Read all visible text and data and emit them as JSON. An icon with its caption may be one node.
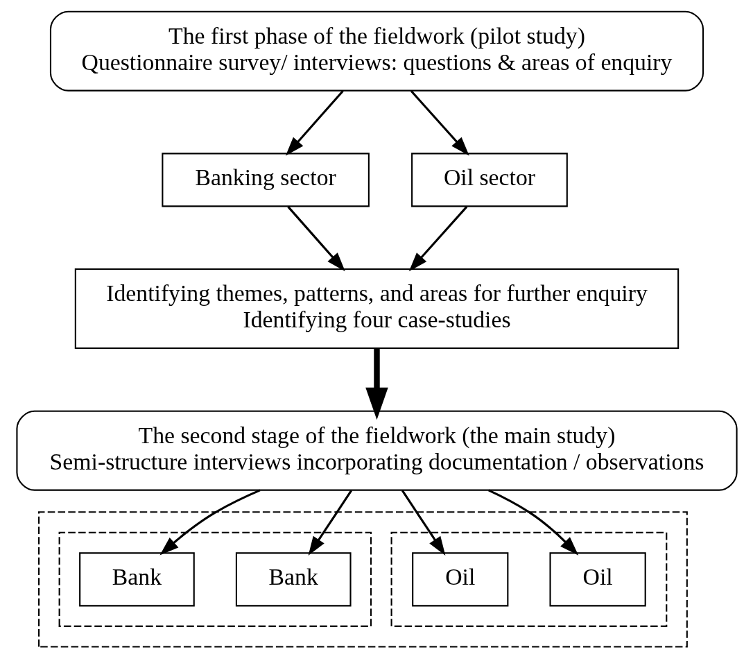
{
  "diagram": {
    "nodes": [
      {
        "text": [
          "The first phase of the fieldwork (pilot study)",
          "Questionnaire survey/ interviews: questions & areas of enquiry"
        ]
      },
      {
        "text": [
          "Banking sector"
        ]
      },
      {
        "text": [
          "Oil sector"
        ]
      },
      {
        "text": [
          "Identifying themes, patterns, and areas for further enquiry",
          "Identifying four case-studies"
        ]
      },
      {
        "text": [
          "The second stage of the fieldwork (the main study)",
          "Semi-structure interviews incorporating documentation / observations"
        ]
      },
      {
        "text": [],
        "shape": "box"
      },
      {
        "text": [],
        "shape": "box",
        "in": 5
      },
      {
        "text": [
          "Bank"
        ],
        "in": 6
      },
      {
        "text": [
          "Bank"
        ],
        "in": 6
      },
      {
        "text": [],
        "shape": "box",
        "in": 5
      },
      {
        "text": [
          "Oil"
        ],
        "in": 9
      },
      {
        "text": [
          "Oil"
        ],
        "in": 9
      }
    ],
    "edges": [
      {
        "from": 0,
        "to": 1,
        "arrow": "to"
      },
      {
        "from": 0,
        "to": 2,
        "arrow": "to"
      },
      {
        "from": 1,
        "to": 3,
        "arrow": "to"
      },
      {
        "from": 2,
        "to": 3,
        "arrow": "to"
      },
      {
        "from": 3,
        "to": 4,
        "arrow": "to",
        "style": "thick"
      },
      {
        "from": 4,
        "to": 7,
        "arrow": "to"
      },
      {
        "from": 4,
        "to": 8,
        "arrow": "to"
      },
      {
        "from": 4,
        "to": 10,
        "arrow": "to"
      },
      {
        "from": 4,
        "to": 11,
        "arrow": "to"
      }
    ]
  }
}
